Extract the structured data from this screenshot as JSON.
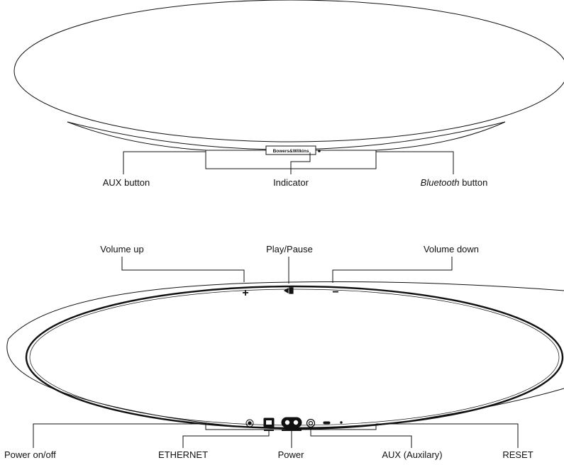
{
  "front_view": {
    "brand": "Bowers&Wilkins",
    "labels": {
      "aux_button": "AUX button",
      "indicator": "Indicator",
      "bluetooth_italic": "Bluetooth",
      "bluetooth_suffix": " button"
    }
  },
  "top_view": {
    "labels": {
      "volume_up": "Volume up",
      "play_pause": "Play/Pause",
      "volume_down": "Volume down"
    },
    "symbols": {
      "plus": "+",
      "minus": "−"
    }
  },
  "rear_panel": {
    "labels": {
      "power_on_off": "Power on/off",
      "ethernet": "ETHERNET",
      "power": "Power",
      "aux": "AUX (Auxilary)",
      "reset": "RESET"
    }
  },
  "colors": {
    "line": "#111111",
    "background": "#ffffff"
  }
}
